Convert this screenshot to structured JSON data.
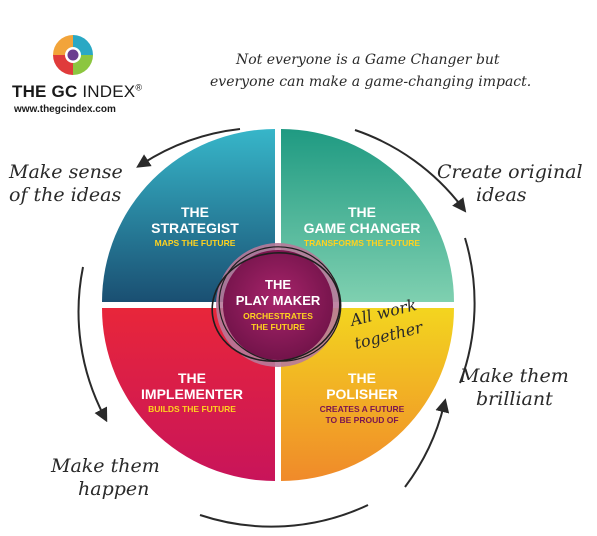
{
  "brand": {
    "name_bold": "THE GC",
    "name_rest": " INDEX",
    "registered": "®",
    "url": "www.thegcindex.com",
    "logo_colors": [
      "#e03b3b",
      "#f2a43a",
      "#8cc63f",
      "#2aa8c4",
      "#6b3d8f"
    ]
  },
  "tagline": {
    "line1": "Not everyone is a Game Changer but",
    "line2": "everyone can make a game-changing impact."
  },
  "quadrants": {
    "strategist": {
      "title1": "THE",
      "title2": "STRATEGIST",
      "sub": "MAPS THE FUTURE",
      "color_top": "#37b6c9",
      "color_bottom": "#1a4f72"
    },
    "game_changer": {
      "title1": "THE",
      "title2": "GAME CHANGER",
      "sub": "TRANSFORMS THE FUTURE",
      "color_top": "#1f9a82",
      "color_bottom": "#7fd0b0"
    },
    "implementer": {
      "title1": "THE",
      "title2": "IMPLEMENTER",
      "sub": "BUILDS THE FUTURE",
      "color_top": "#e8263a",
      "color_bottom": "#c8145a"
    },
    "polisher": {
      "title1": "THE",
      "title2": "POLISHER",
      "sub1": "CREATES A FUTURE",
      "sub2": "TO BE PROUD OF",
      "color_top": "#f3d51f",
      "color_bottom": "#f08a2a"
    }
  },
  "center": {
    "title1": "THE",
    "title2": "PLAY MAKER",
    "sub1": "ORCHESTRATES",
    "sub2": "THE FUTURE",
    "color": "#7a1650",
    "halo": "#b77a9a"
  },
  "annotations": {
    "top_left": {
      "line1": "Make sense",
      "line2": "of the ideas"
    },
    "top_right": {
      "line1": "Create original",
      "line2": "ideas"
    },
    "bottom_right": {
      "line1": "Make them",
      "line2": "brilliant"
    },
    "bottom_left": {
      "line1": "Make them",
      "line2": "happen"
    },
    "center_note": {
      "line1": "All work",
      "line2": "together"
    }
  }
}
